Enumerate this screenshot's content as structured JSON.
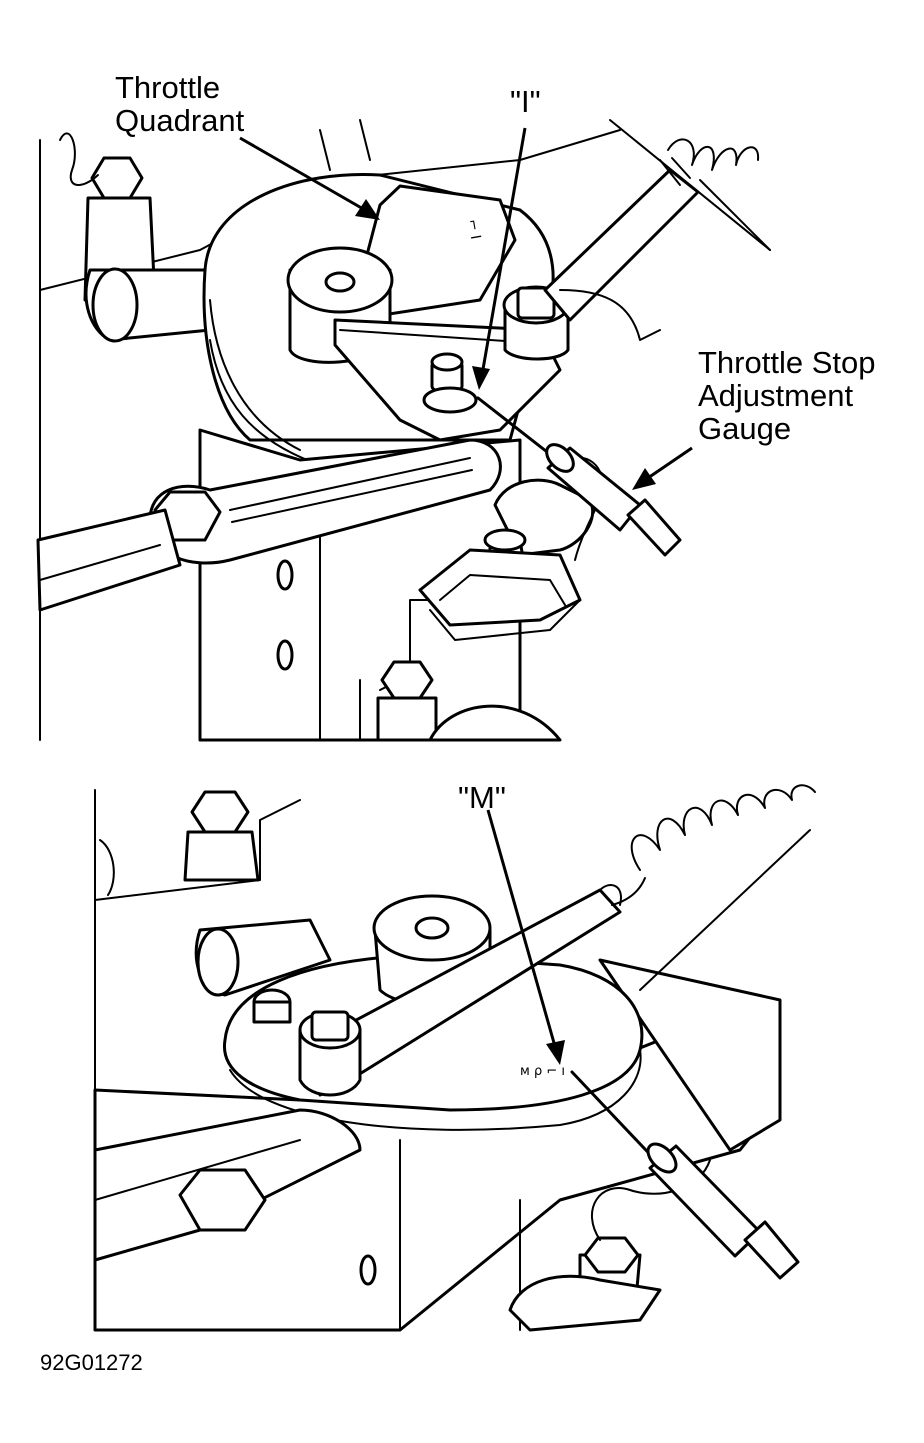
{
  "top_view": {
    "label_quadrant_line1": "Throttle",
    "label_quadrant_line2": "Quadrant",
    "label_mark_i": "\"I\"",
    "label_gauge_line1": "Throttle Stop",
    "label_gauge_line2": "Adjustment",
    "label_gauge_line3": "Gauge"
  },
  "bottom_view": {
    "label_mark_m": "\"M\""
  },
  "figure_code": "92G01272"
}
